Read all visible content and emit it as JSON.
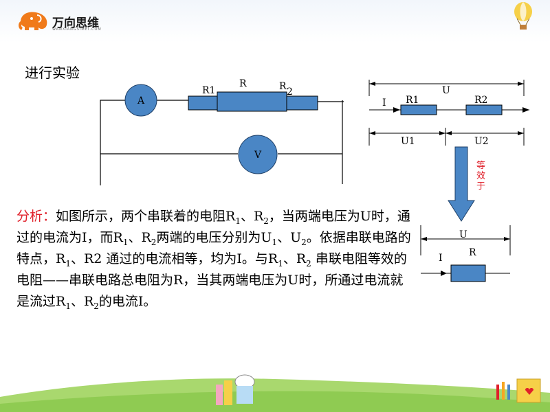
{
  "logo": {
    "name": "万向思维",
    "subtitle": "WANXIANGSIMEI.COM"
  },
  "heading": "进行实验",
  "circuit": {
    "ammeter": "A",
    "voltmeter": "V",
    "r1": "R1",
    "r": "R",
    "r2": "R",
    "r2_sub": "2"
  },
  "series_diagram": {
    "u": "U",
    "i": "I",
    "r1": "R1",
    "r2": "R2",
    "u1": "U1",
    "u2": "U2"
  },
  "equivalent_label": "等效于",
  "equivalent_diagram": {
    "u": "U",
    "i": "I",
    "r": "R"
  },
  "analysis": {
    "key": "分析：",
    "p1": "如图所示，两个串联着的电阻R",
    "s1": "1",
    "p2": "、R",
    "s2": "2",
    "p3": "，当两端电压为U时，通过的电流为I，而R",
    "s3": "1",
    "p4": "、R",
    "s4": "2",
    "p5": "两端的电压分别为U",
    "s5": "1",
    "p6": "、U",
    "s6": "2",
    "p7": "。依据串联电路的特点，R",
    "s7": "1",
    "p8": "、R2 通过的电流相等，均为I。与R",
    "s8": "1",
    "p9": "、R",
    "s9": "2",
    "p10": " 串联电阻等效的电阻——串联电路总电阻为R，当其两端电压为U时，所通过电流就是流过R",
    "s10": "1",
    "p11": "、R",
    "s11": "2",
    "p12": "的电流I。"
  },
  "colors": {
    "accent": "#e0202a",
    "resistor": "#4a86c5",
    "ground": "#a9d86e"
  }
}
